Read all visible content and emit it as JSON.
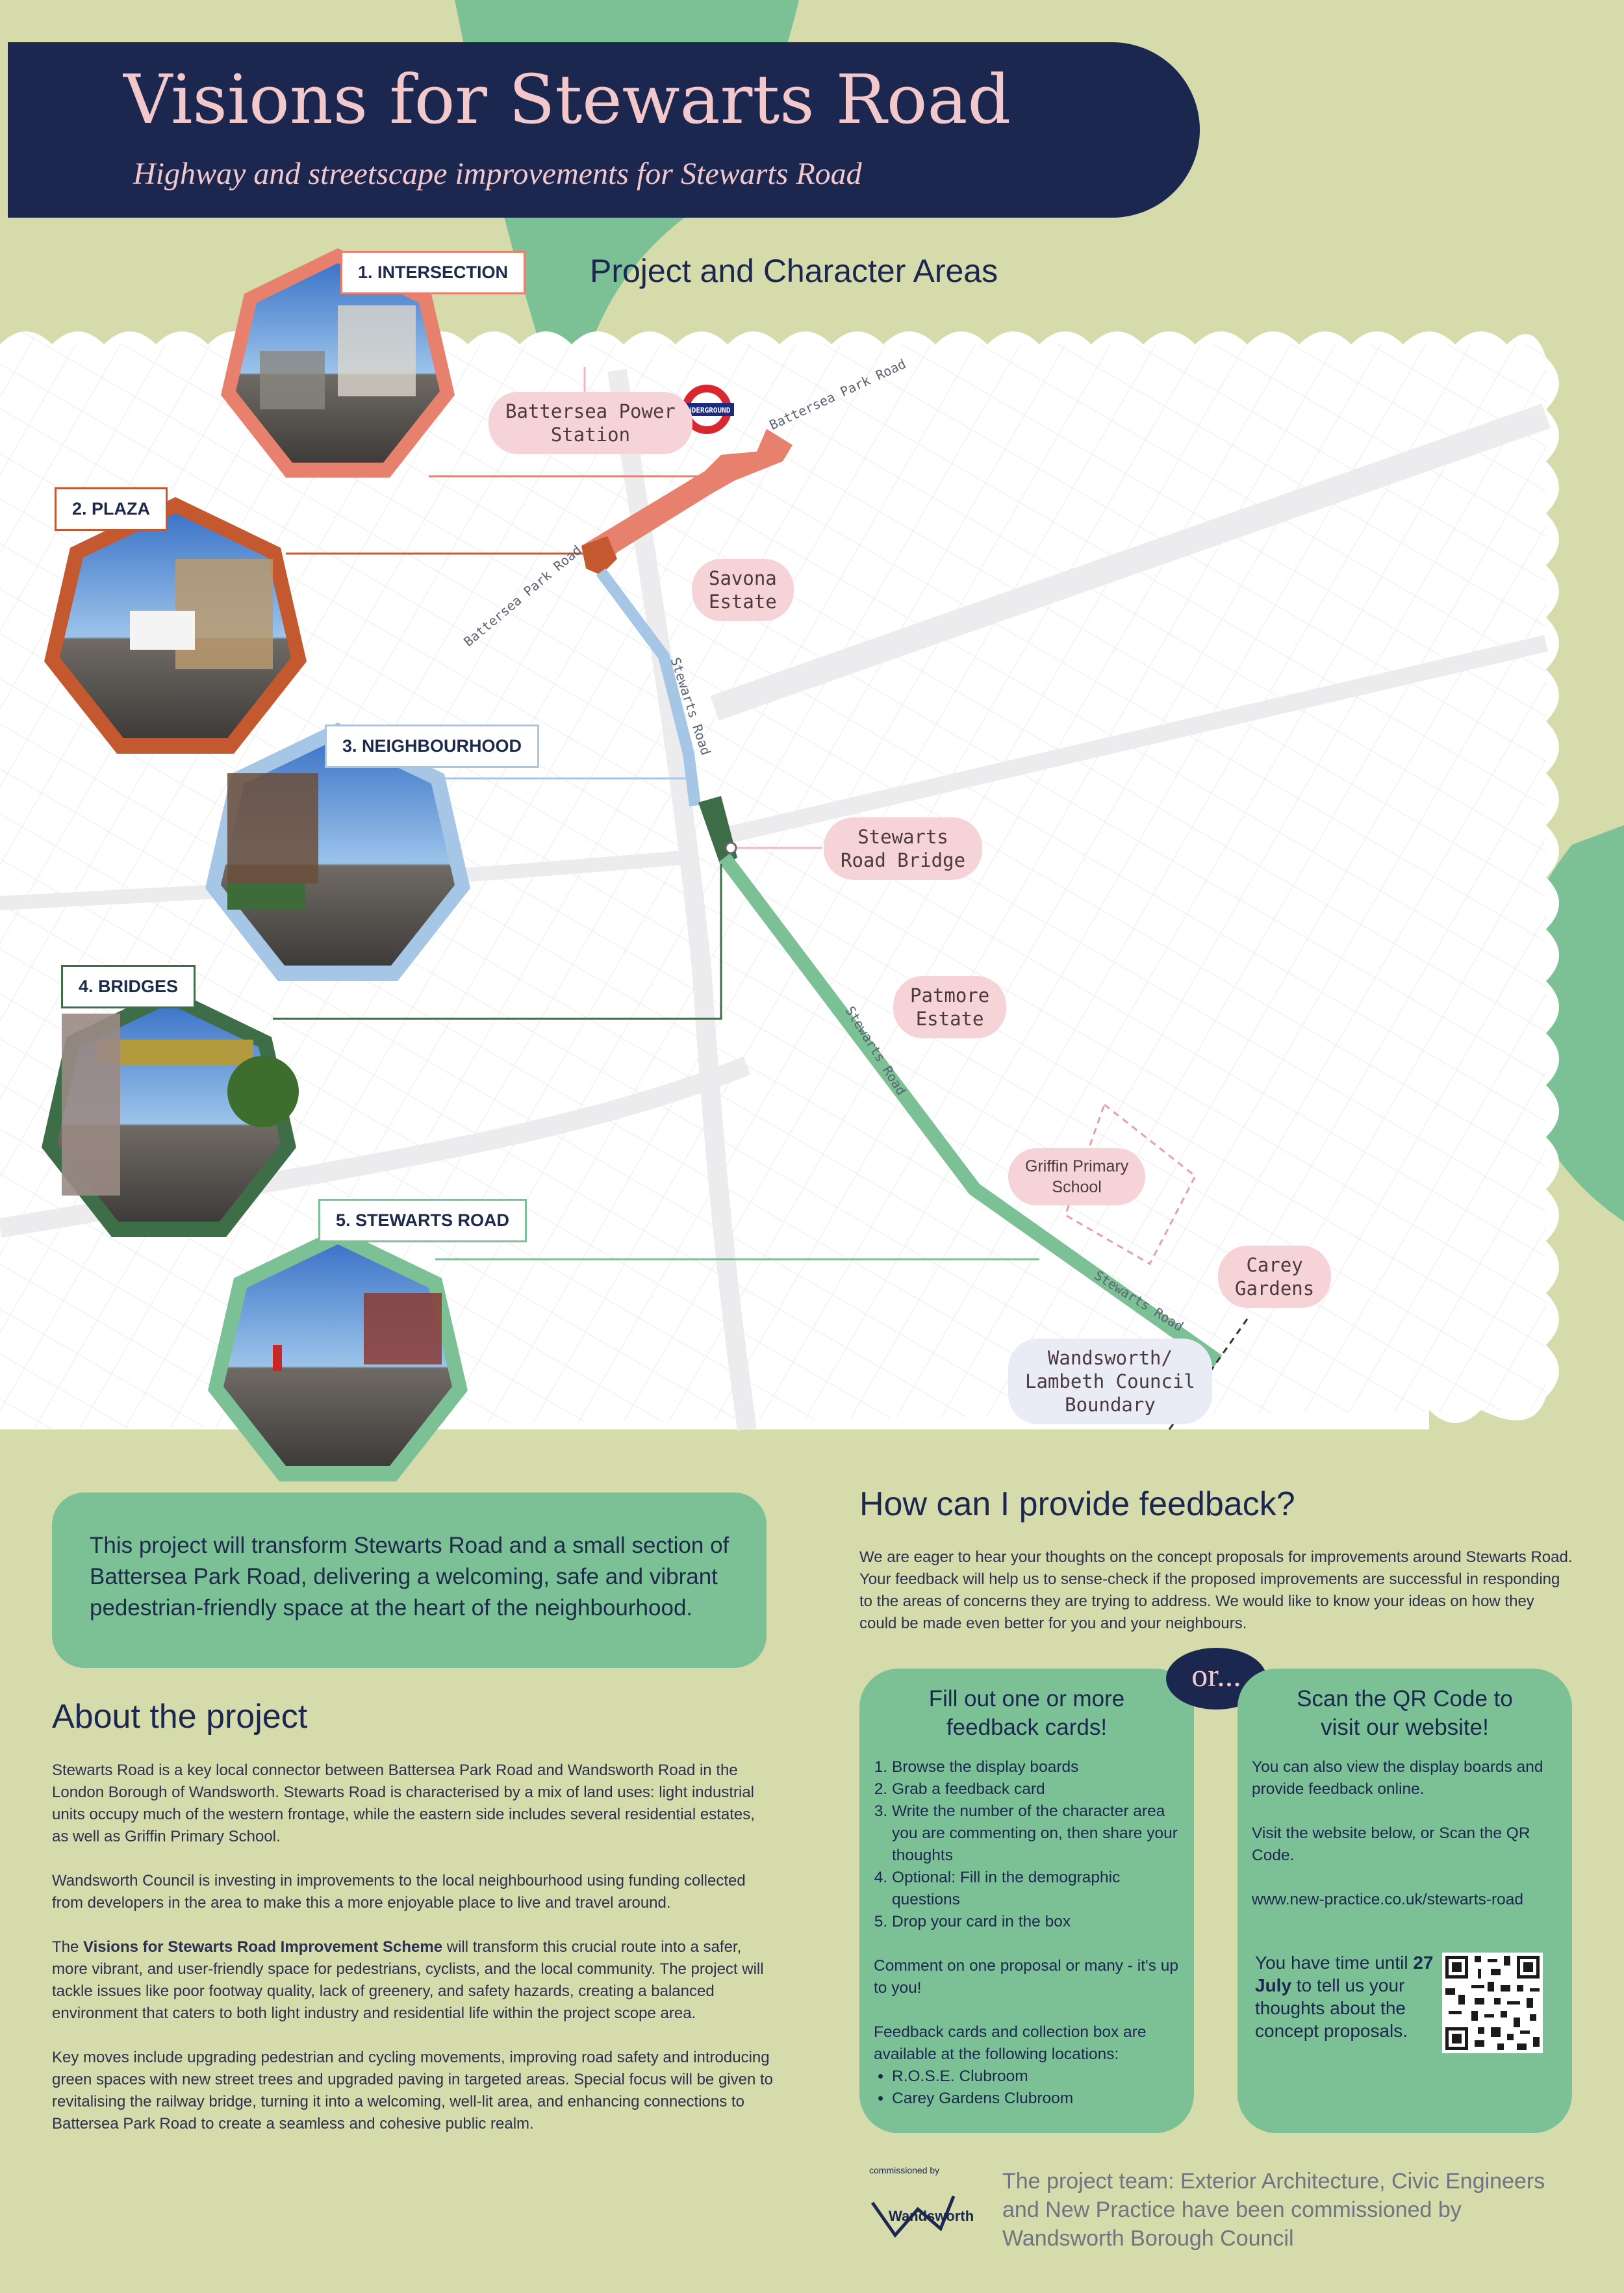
{
  "header": {
    "title": "Visions for Stewarts Road",
    "subtitle": "Highway and streetscape improvements for Stewarts Road"
  },
  "map": {
    "title": "Project and Character Areas",
    "areas": [
      {
        "label": "1. INTERSECTION",
        "color": "#e8806e"
      },
      {
        "label": "2. PLAZA",
        "color": "#c4582e"
      },
      {
        "label": "3. NEIGHBOURHOOD",
        "color": "#a6c6e6"
      },
      {
        "label": "4. BRIDGES",
        "color": "#3e6e48"
      },
      {
        "label": "5. STEWARTS ROAD",
        "color": "#7cc196"
      }
    ],
    "locations": {
      "battersea": "Battersea Power\nStation",
      "savona": "Savona\nEstate",
      "bridge": "Stewarts\nRoad Bridge",
      "patmore": "Patmore\nEstate",
      "griffin": "Griffin Primary\nSchool",
      "carey": "Carey\nGardens",
      "boundary": "Wandsworth/\nLambeth Council\nBoundary"
    },
    "roads": {
      "bpr_top": "Battersea Park Road",
      "bpr_left": "Battersea Park Road",
      "sr_1": "Stewarts Road",
      "sr_2": "Stewarts Road",
      "sr_3": "Stewarts Road"
    },
    "underground": "UNDERGROUND"
  },
  "intro": "This project will transform Stewarts Road and a small section of Battersea Park Road, delivering a welcoming, safe and vibrant pedestrian-friendly space at the heart of the neighbourhood.",
  "about": {
    "heading": "About the project",
    "p1": "Stewarts Road is a key local connector between Battersea Park Road and Wandsworth Road in the London Borough of Wandsworth. Stewarts Road is characterised by a mix of land uses: light industrial units occupy much of the western frontage, while the eastern side includes several residential estates, as well as Griffin Primary School.",
    "p2": "Wandsworth Council is investing in improvements to the local neighbourhood using funding collected from developers in the area to make this a more enjoyable place to live and travel around.",
    "p3_pre": "The ",
    "p3_bold": "Visions for Stewarts Road Improvement Scheme",
    "p3_post": " will transform this crucial route into a safer, more vibrant, and user-friendly space for pedestrians, cyclists, and the local community. The project will tackle issues like poor footway quality, lack of greenery, and safety hazards, creating a balanced environment that caters to both light industry and residential life within the project scope area.",
    "p4": "Key moves include upgrading pedestrian and cycling movements, improving road safety and introducing green spaces with new street trees and upgraded paving in targeted areas. Special focus will be given to revitalising the railway bridge, turning it into a welcoming, well-lit area, and enhancing connections to Battersea Park Road to create a seamless and cohesive public realm."
  },
  "feedback": {
    "heading": "How can I provide feedback?",
    "text": "We are eager to hear your thoughts on the concept proposals for improvements around Stewarts Road. Your feedback will help us to sense-check if the proposed improvements are successful in responding to the areas of concerns they are trying to address. We would like to know your ideas on how they could be made even better for you and your neighbours."
  },
  "card_left": {
    "title": "Fill out one or more\nfeedback cards!",
    "steps": [
      "Browse the display boards",
      "Grab a feedback card",
      "Write the number of the character area you are commenting on, then share your thoughts",
      "Optional: Fill in the demographic questions",
      "Drop your card in the box"
    ],
    "comment": "Comment on one proposal or many - it's up to you!",
    "locations_intro": "Feedback cards and collection box are available at the following locations:",
    "locations": [
      "R.O.S.E. Clubroom",
      "Carey Gardens Clubroom"
    ]
  },
  "or_badge": "or...",
  "card_right": {
    "title": "Scan the QR Code to\nvisit our website!",
    "p1": "You can also view the display boards and provide feedback online.",
    "p2": "Visit the website below, or Scan the QR Code.",
    "url": "www.new-practice.co.uk/stewarts-road",
    "time_pre": "You have time until ",
    "time_bold": "27 July",
    "time_post": " to tell us your thoughts about the concept proposals."
  },
  "footer": {
    "commissioned": "commissioned by",
    "logo_text": "Wandsworth",
    "team": "The project team: Exterior Architecture, Civic Engineers and New Practice have been commissioned by Wandsworth Borough Council"
  }
}
